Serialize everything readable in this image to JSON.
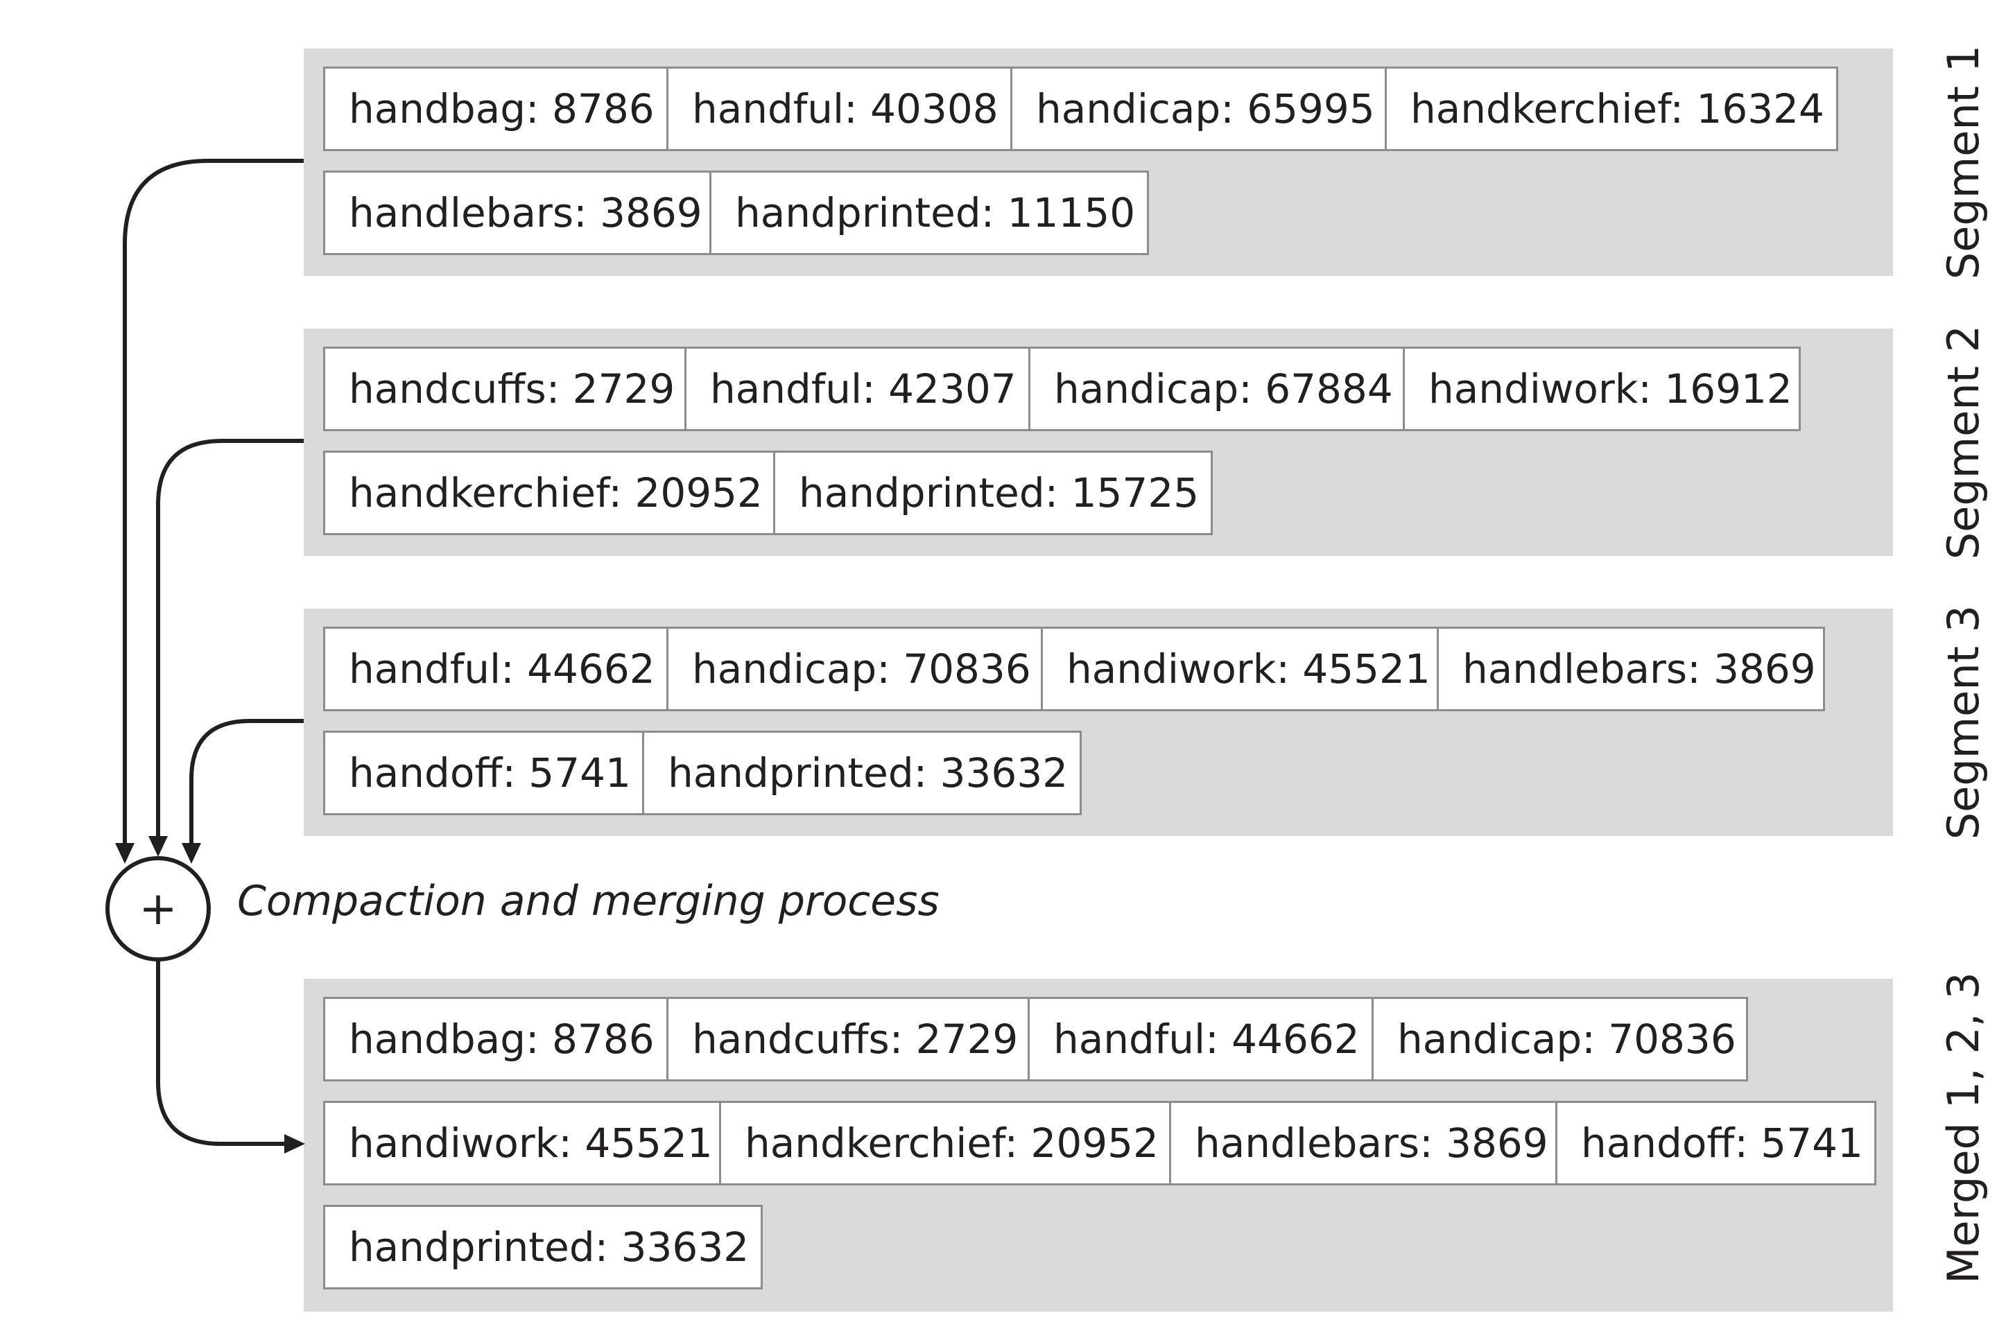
{
  "segments": [
    {
      "label": "Segment 1",
      "rows": [
        [
          "handbag: 8786",
          "handful: 40308",
          "handicap: 65995",
          "handkerchief: 16324"
        ],
        [
          "handlebars: 3869",
          "handprinted: 11150"
        ]
      ]
    },
    {
      "label": "Segment 2",
      "rows": [
        [
          "handcuffs: 2729",
          "handful: 42307",
          "handicap: 67884",
          "handiwork: 16912"
        ],
        [
          "handkerchief: 20952",
          "handprinted: 15725"
        ]
      ]
    },
    {
      "label": "Segment 3",
      "rows": [
        [
          "handful: 44662",
          "handicap: 70836",
          "handiwork: 45521",
          "handlebars: 3869"
        ],
        [
          "handoff: 5741",
          "handprinted: 33632"
        ]
      ]
    }
  ],
  "merged": {
    "label": "Merged 1, 2, 3",
    "rows": [
      [
        "handbag: 8786",
        "handcuffs: 2729",
        "handful: 44662",
        "handicap: 70836"
      ],
      [
        "handiwork: 45521",
        "handkerchief: 20952",
        "handlebars: 3869",
        "handoff: 5741"
      ],
      [
        "handprinted: 33632"
      ]
    ]
  },
  "process": {
    "symbol": "+",
    "caption": "Compaction and merging process"
  }
}
